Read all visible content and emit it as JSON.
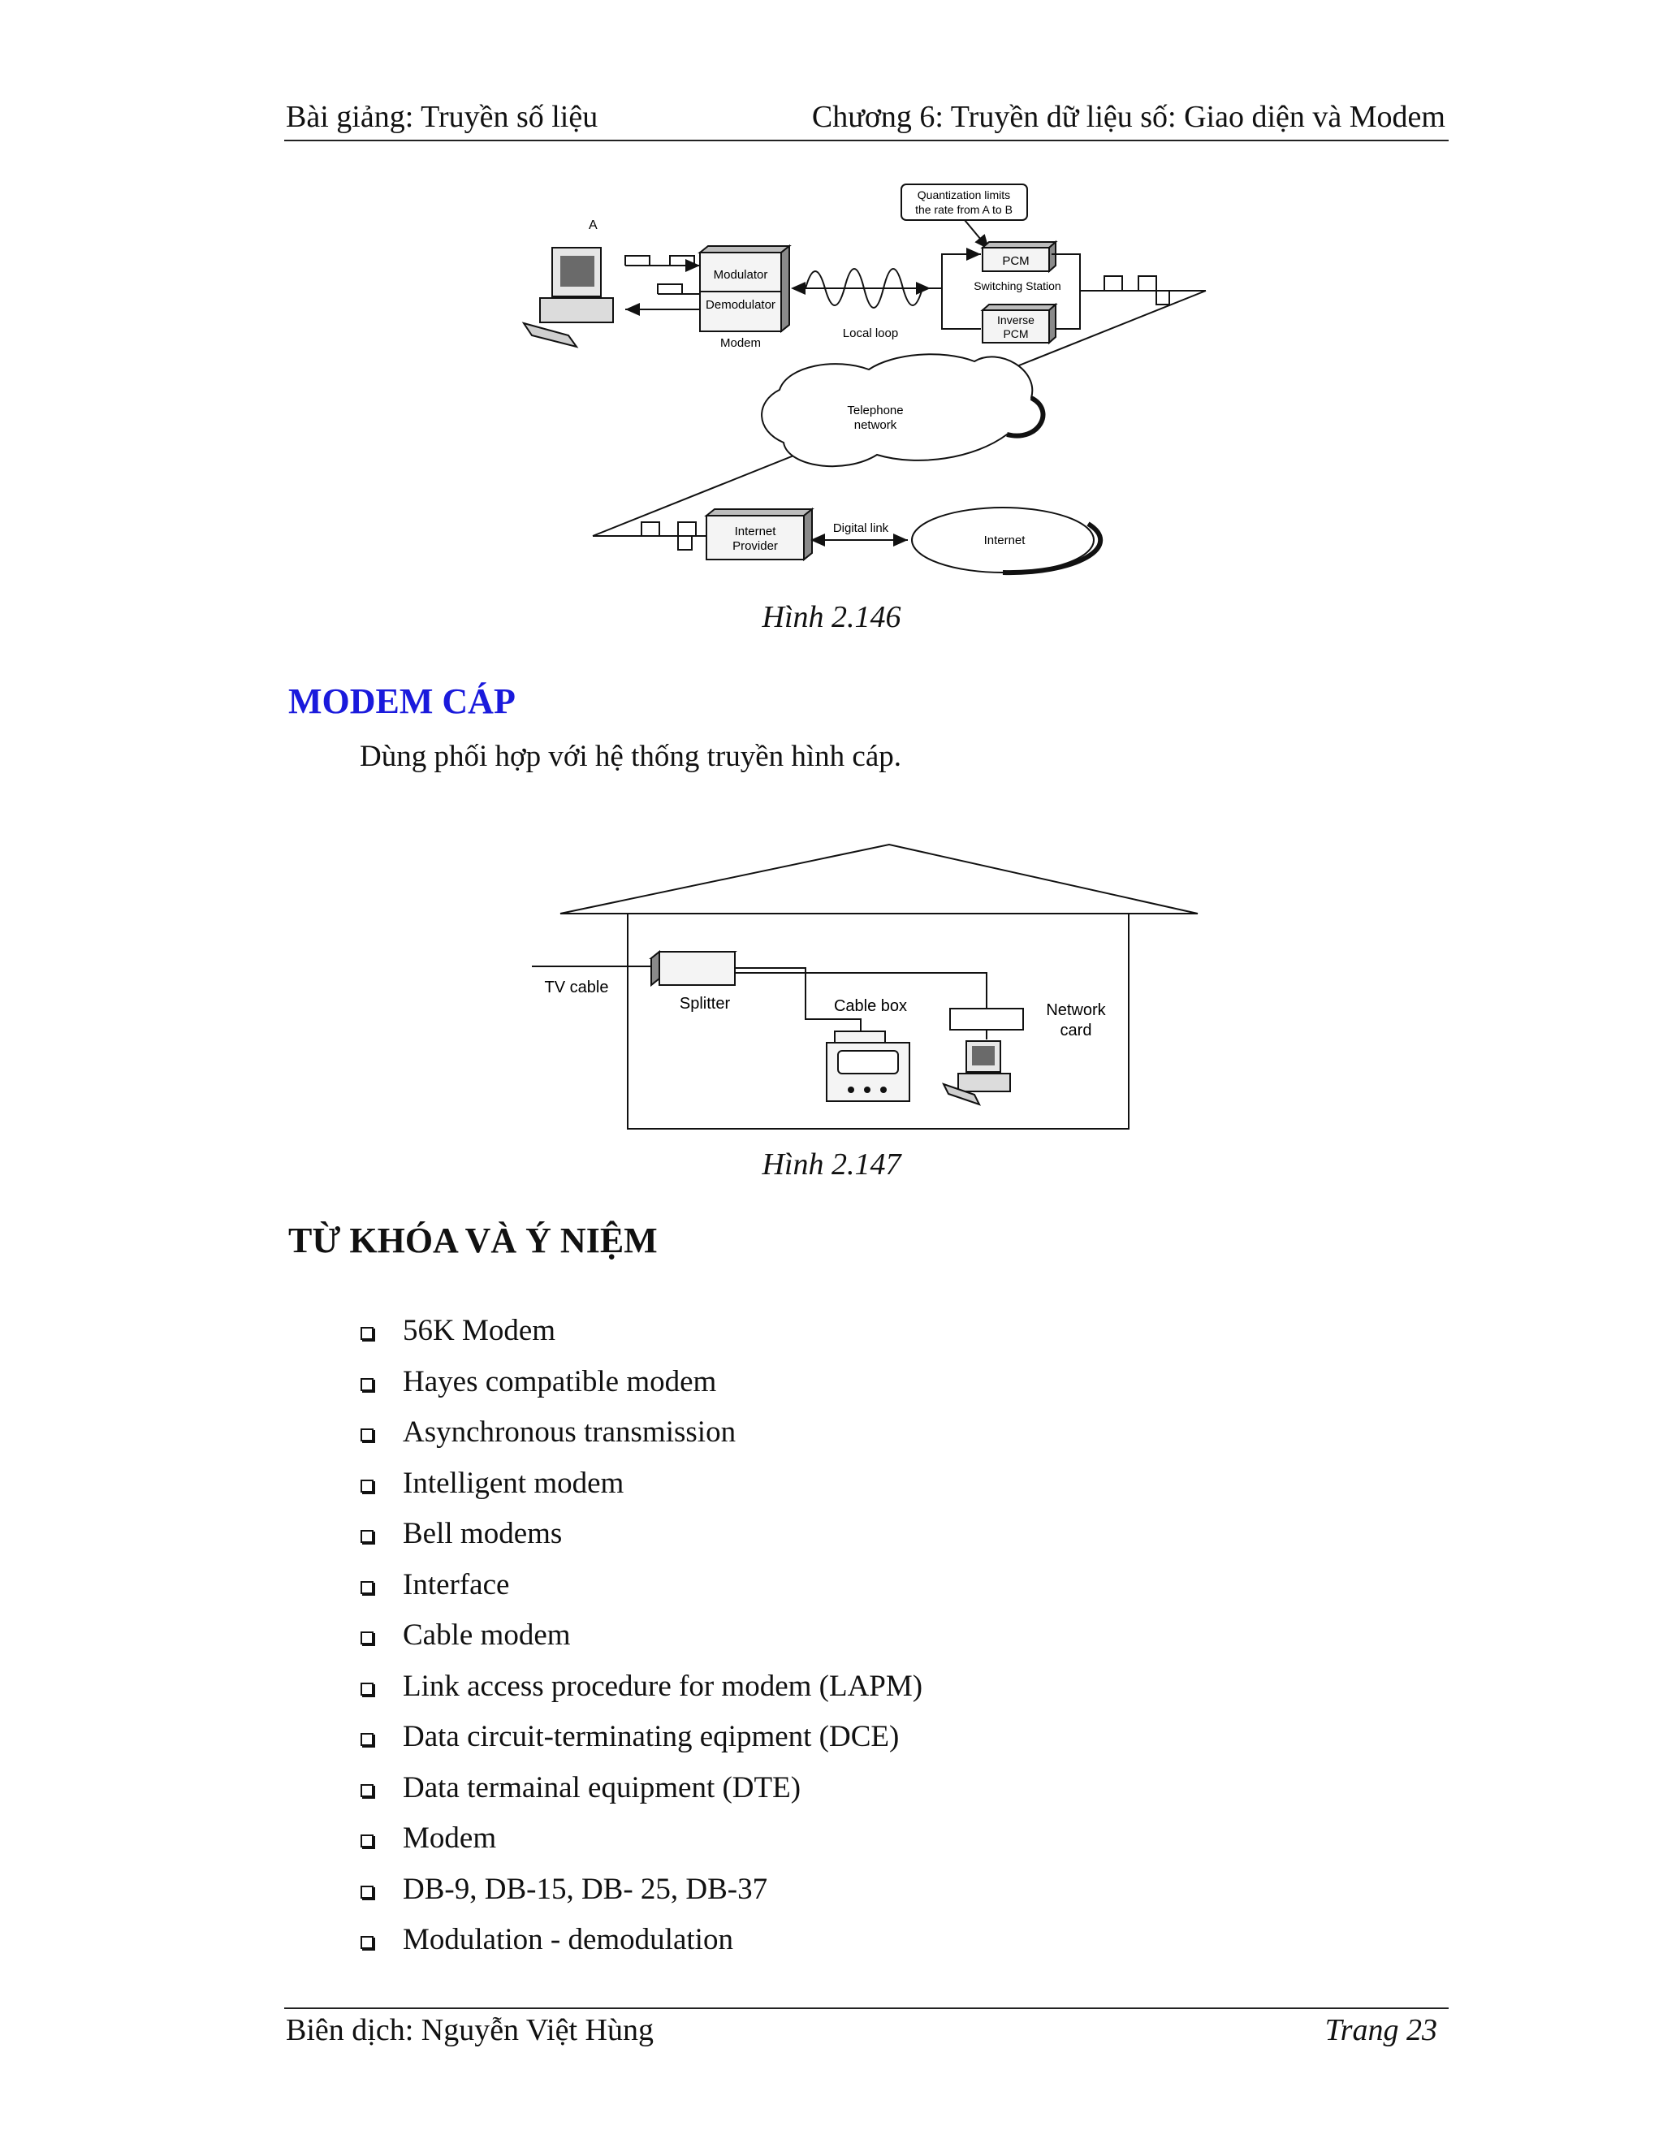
{
  "header": {
    "left": "Bài giảng: Truyền số liệu",
    "right": "Chương 6: Truyền dữ liệu số: Giao diện và Modem"
  },
  "figure1": {
    "caption": "Hình 2.146",
    "labels": {
      "a": "A",
      "modulator": "Modulator",
      "demodulator": "Demodulator",
      "modem": "Modem",
      "local_loop": "Local loop",
      "callout_line1": "Quantization limits",
      "callout_line2": "the rate from A to B",
      "pcm": "PCM",
      "switching_station": "Switching Station",
      "inverse_pcm_line1": "Inverse",
      "inverse_pcm_line2": "PCM",
      "telephone_line1": "Telephone",
      "telephone_line2": "network",
      "isp_line1": "Internet",
      "isp_line2": "Provider",
      "digital_link": "Digital link",
      "internet": "Internet"
    }
  },
  "section_cable": {
    "heading": "MODEM CÁP",
    "text": "Dùng phối hợp với hệ thống truyền hình cáp."
  },
  "figure2": {
    "caption": "Hình 2.147",
    "labels": {
      "tv_cable": "TV cable",
      "splitter": "Splitter",
      "cable_box": "Cable box",
      "network_line1": "Network",
      "network_line2": "card"
    }
  },
  "section_keywords": {
    "heading": "TỪ KHÓA VÀ Ý NIỆM",
    "items": [
      "56K Modem",
      "Hayes compatible modem",
      "Asynchronous transmission",
      "Intelligent modem",
      "Bell modems",
      "Interface",
      "Cable modem",
      "Link access procedure for modem (LAPM)",
      "Data circuit-terminating eqipment (DCE)",
      "Data termainal equipment (DTE)",
      "Modem",
      "DB-9, DB-15, DB- 25, DB-37",
      "Modulation - demodulation"
    ]
  },
  "footer": {
    "left": "Biên dịch: Nguyễn Việt Hùng",
    "right": "Trang 23"
  }
}
